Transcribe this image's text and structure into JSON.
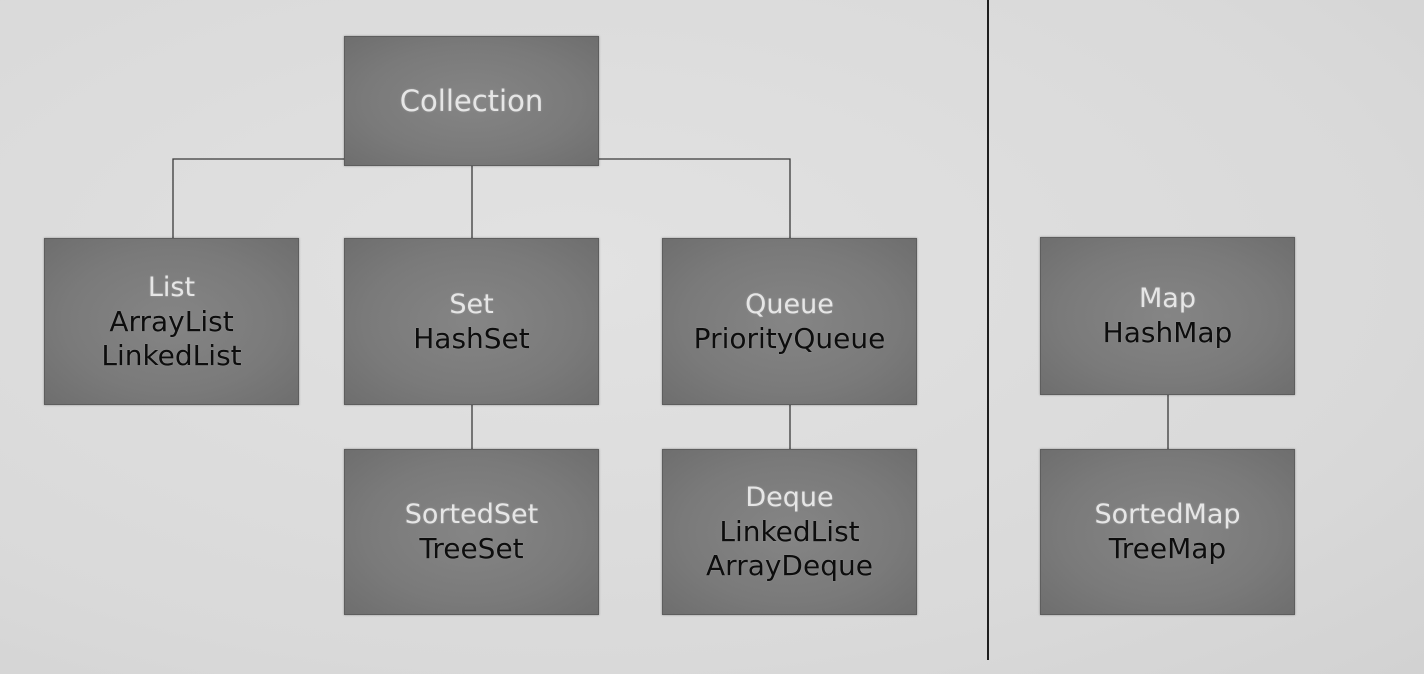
{
  "nodes": {
    "collection": {
      "name": "Collection"
    },
    "list": {
      "name": "List",
      "impls": [
        "ArrayList",
        "LinkedList"
      ]
    },
    "set": {
      "name": "Set",
      "impls": [
        "HashSet"
      ]
    },
    "queue": {
      "name": "Queue",
      "impls": [
        "PriorityQueue"
      ]
    },
    "sortedset": {
      "name": "SortedSet",
      "impls": [
        "TreeSet"
      ]
    },
    "deque": {
      "name": "Deque",
      "impls": [
        "LinkedList",
        "ArrayDeque"
      ]
    },
    "map": {
      "name": "Map",
      "impls": [
        "HashMap"
      ]
    },
    "sortedmap": {
      "name": "SortedMap",
      "impls": [
        "TreeMap"
      ]
    }
  },
  "edges": [
    {
      "from": "collection",
      "to": "list"
    },
    {
      "from": "collection",
      "to": "set"
    },
    {
      "from": "collection",
      "to": "queue"
    },
    {
      "from": "set",
      "to": "sortedset"
    },
    {
      "from": "queue",
      "to": "deque"
    },
    {
      "from": "map",
      "to": "sortedmap"
    }
  ],
  "colors": {
    "background": "#dcdcdc",
    "box": "#7a7a7a",
    "interface_text": "#e6e6e6",
    "implementation_text": "#0d0d0d",
    "line": "#3a3a3a"
  }
}
